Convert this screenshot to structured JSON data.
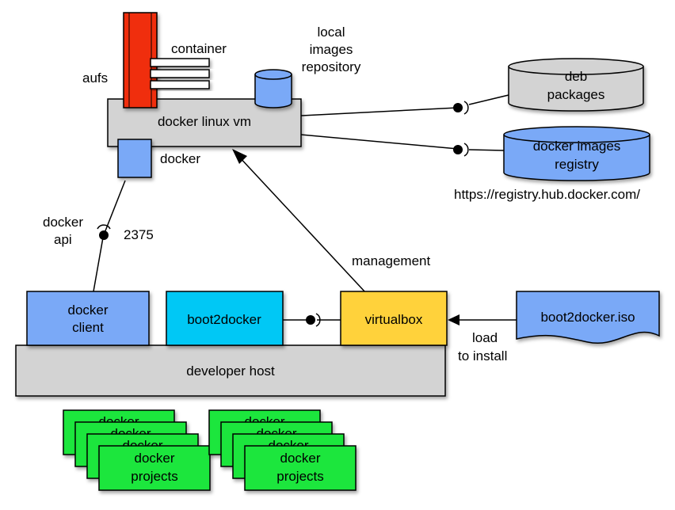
{
  "colors": {
    "gray": "#d3d3d3",
    "blue": "#7aa9f7",
    "cyan": "#00c8f5",
    "yellow": "#ffd23a",
    "green": "#1ee63c",
    "red": "#f02d0a"
  },
  "nodes": {
    "docker_linux_vm": "docker linux vm",
    "docker": "docker",
    "aufs": "aufs",
    "container": "container",
    "local_images_repo": [
      "local",
      "images",
      "repository"
    ],
    "deb_packages": [
      "deb",
      "packages"
    ],
    "docker_images_registry": [
      "docker images",
      "registry"
    ],
    "registry_url": "https://registry.hub.docker.com/",
    "docker_client": [
      "docker",
      "client"
    ],
    "boot2docker": "boot2docker",
    "virtualbox": "virtualbox",
    "boot2docker_iso": "boot2docker.iso",
    "developer_host": "developer host",
    "docker_projects": [
      "docker",
      "projects"
    ]
  },
  "edges": {
    "docker_api": [
      "docker",
      "api"
    ],
    "port": "2375",
    "management": "management",
    "load_to_install": [
      "load",
      "to install"
    ]
  }
}
